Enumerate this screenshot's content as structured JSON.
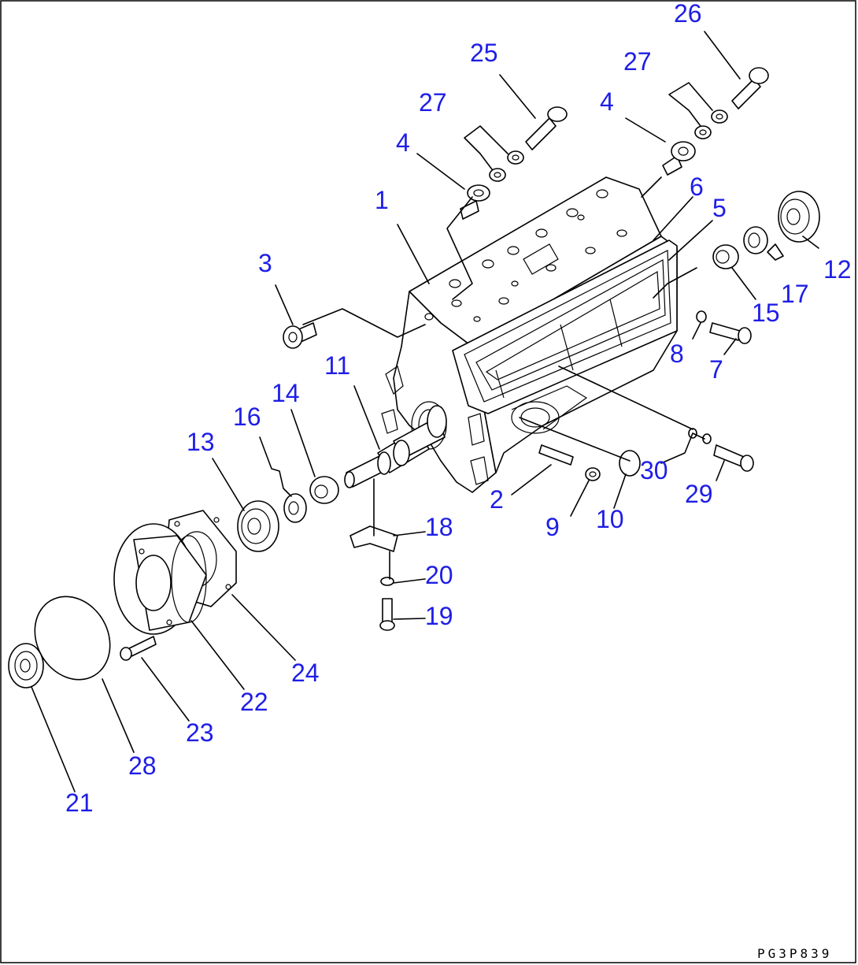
{
  "diagram": {
    "drawing_code": "PG3P839",
    "colors": {
      "label": "#1e1ee6",
      "line": "#000000",
      "background": "#ffffff"
    },
    "callouts": [
      {
        "id": "c1",
        "text": "1"
      },
      {
        "id": "c2",
        "text": "2"
      },
      {
        "id": "c3",
        "text": "3"
      },
      {
        "id": "c4a",
        "text": "4"
      },
      {
        "id": "c4b",
        "text": "4"
      },
      {
        "id": "c5",
        "text": "5"
      },
      {
        "id": "c6",
        "text": "6"
      },
      {
        "id": "c7",
        "text": "7"
      },
      {
        "id": "c8",
        "text": "8"
      },
      {
        "id": "c9",
        "text": "9"
      },
      {
        "id": "c10",
        "text": "10"
      },
      {
        "id": "c11",
        "text": "11"
      },
      {
        "id": "c12",
        "text": "12"
      },
      {
        "id": "c13",
        "text": "13"
      },
      {
        "id": "c14",
        "text": "14"
      },
      {
        "id": "c15",
        "text": "15"
      },
      {
        "id": "c16",
        "text": "16"
      },
      {
        "id": "c17",
        "text": "17"
      },
      {
        "id": "c18",
        "text": "18"
      },
      {
        "id": "c19",
        "text": "19"
      },
      {
        "id": "c20",
        "text": "20"
      },
      {
        "id": "c21",
        "text": "21"
      },
      {
        "id": "c22",
        "text": "22"
      },
      {
        "id": "c23",
        "text": "23"
      },
      {
        "id": "c24",
        "text": "24"
      },
      {
        "id": "c25",
        "text": "25"
      },
      {
        "id": "c26",
        "text": "26"
      },
      {
        "id": "c27a",
        "text": "27"
      },
      {
        "id": "c27b",
        "text": "27"
      },
      {
        "id": "c28",
        "text": "28"
      },
      {
        "id": "c29",
        "text": "29"
      },
      {
        "id": "c30",
        "text": "30"
      }
    ]
  }
}
